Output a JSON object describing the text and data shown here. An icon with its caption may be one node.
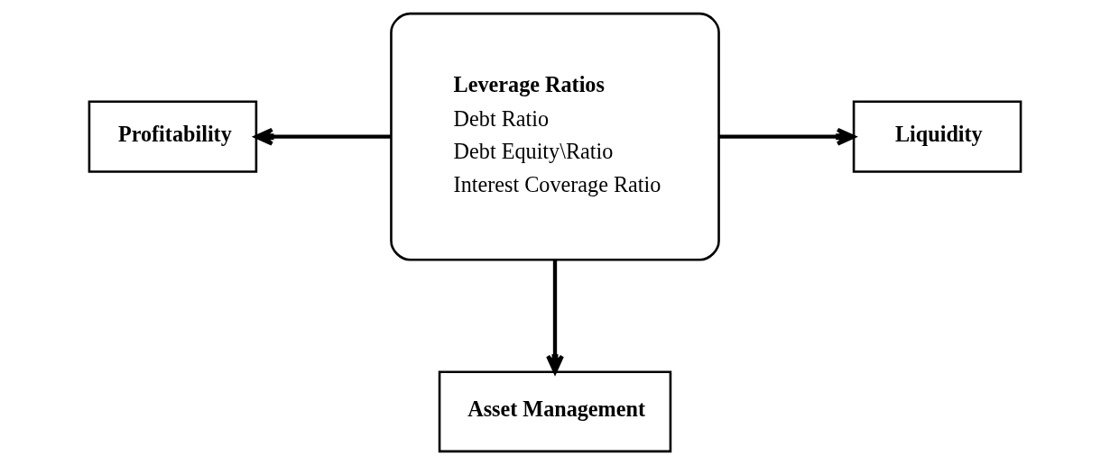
{
  "diagram": {
    "nodes": [
      {
        "text": [
          "Leverage Ratios",
          "Debt Ratio",
          "Debt Equity\\Ratio",
          "Interest Coverage Ratio"
        ]
      },
      {
        "text": [
          "Profitability"
        ]
      },
      {
        "text": [
          "Liquidity"
        ]
      },
      {
        "text": [
          "Asset Management"
        ]
      }
    ],
    "edges": [
      {
        "from": 0,
        "to": 1,
        "arrow": "to"
      },
      {
        "from": 0,
        "to": 2,
        "arrow": "to"
      },
      {
        "from": 0,
        "to": 3,
        "arrow": "to"
      }
    ]
  }
}
